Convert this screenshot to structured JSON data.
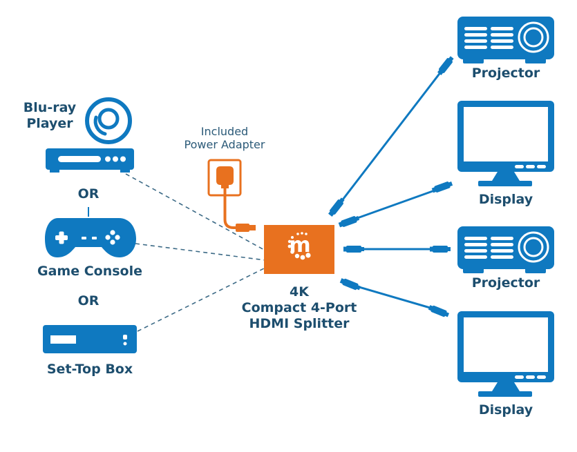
{
  "colors": {
    "device_blue": "#0f79c0",
    "label_navy": "#1d4e6e",
    "splitter_orange": "#e8711f",
    "dash_line": "#3c6a86"
  },
  "sources": [
    {
      "label_line1": "Blu-ray",
      "label_line2": "Player",
      "icon": "blu-ray-player-icon"
    },
    {
      "label": "Game Console",
      "icon": "game-controller-icon"
    },
    {
      "label": "Set-Top Box",
      "icon": "set-top-box-icon"
    }
  ],
  "or_labels": [
    "OR",
    "OR"
  ],
  "power": {
    "line1": "Included",
    "line2": "Power Adapter",
    "icon": "power-adapter-icon"
  },
  "splitter": {
    "icon": "manhattan-logo-icon",
    "logo_letter": "m",
    "line1": "4K",
    "line2": "Compact 4-Port",
    "line3": "HDMI Splitter"
  },
  "outputs": [
    {
      "label": "Projector",
      "icon": "projector-icon"
    },
    {
      "label": "Display",
      "icon": "display-icon"
    },
    {
      "label": "Projector",
      "icon": "projector-icon"
    },
    {
      "label": "Display",
      "icon": "display-icon"
    }
  ]
}
